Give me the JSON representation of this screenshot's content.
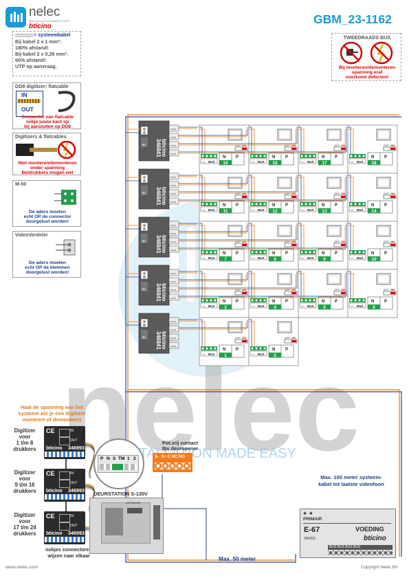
{
  "header": {
    "brand": "nelec",
    "brand_tagline": "INSTALLATION MADE EASY",
    "sub_brand": "bticino",
    "doc_code": "GBM_23-1162"
  },
  "legend_cable": {
    "title": "= systeemkabel",
    "lines": [
      "Bij kabel 2 x 1 mm²:",
      "180% afstand!",
      "Bij kabel 2 x 0,28 mm²:",
      "60% afstand!",
      "UTP op aanvraag."
    ]
  },
  "legend_dd8": {
    "title": "DD8 digitizer: flatcable",
    "in_label": "IN",
    "out_label": "OUT",
    "note_lines": [
      "Connector van flatcable",
      "nokje juiste kant op",
      "bij aansluiten op DD8"
    ]
  },
  "legend_flat": {
    "title": "Digitizers & flatcables",
    "note_lines": [
      "Niet monteren/demonteren",
      "onder spanning",
      "Beldrukkers mogen wel"
    ]
  },
  "legend_m50": {
    "title": "M-50",
    "note_lines": [
      "De aders moeten",
      "echt OP de connector",
      "doorgelust worden!"
    ]
  },
  "legend_vv": {
    "title": "VideoVerdeler",
    "note_lines": [
      "De aders moeten",
      "echt OP de klemmen",
      "doorgelust worden!"
    ]
  },
  "warning": {
    "title": "TWEEDRAADS BUS",
    "note_lines": [
      "Bij monteren/demonteren",
      "spanning eraf",
      "voorkomt defecten!"
    ]
  },
  "monitor": {
    "n_label": "N",
    "p_label": "P",
    "bus_label": "BUS",
    "off_label": "OFF",
    "on_label": "ON",
    "numbers": [
      "15",
      "16",
      "17",
      "18",
      "11",
      "12",
      "13",
      "14",
      "7",
      "8",
      "9",
      "10",
      "3",
      "4",
      "5",
      "6",
      "1",
      "2"
    ]
  },
  "distributor": {
    "model": "346841",
    "brand": "bticino",
    "in_label": "IN",
    "out_labels": [
      "OUT1",
      "OUT2",
      "OUT3",
      "OUT4"
    ]
  },
  "digitizers": {
    "note_lines": [
      "Haal de spanning van het",
      "systeem als je een digitizer",
      "monteert of demonteert"
    ],
    "items": [
      {
        "label_lines": [
          "Digitizer",
          "voor",
          "1 t/m 8",
          "drukkers"
        ],
        "model": "346993"
      },
      {
        "label_lines": [
          "Digitizer",
          "voor",
          "9 t/m 16",
          "drukkers"
        ],
        "model": "346993"
      },
      {
        "label_lines": [
          "Digitizer",
          "voor",
          "17 t/m 24",
          "drukkers"
        ],
        "model": "346993"
      }
    ],
    "ce": "CE",
    "in_label": "IN",
    "out_label": "OUT",
    "brand": "bticino",
    "nokjes_lines": [
      "nokjes connectoren",
      "wijzen naar elkaar"
    ]
  },
  "door_station": {
    "label": "DEURSTATION S-130V",
    "terminals": [
      "P",
      "N",
      "S",
      "TM",
      "1",
      "2"
    ],
    "board_text": "ART331010"
  },
  "contact": {
    "label_lines": [
      "Pot.vrij contact",
      "tbv deuropener"
    ],
    "terminals": "S-  S+ C NC NO"
  },
  "power": {
    "primair": "PRIMAIR",
    "model": "E-67",
    "title": "VOEDING",
    "part": "346050",
    "brand": "bticino",
    "terminals": "BUS BUS BUS BUS",
    "note_lines": [
      "Max. 100 meter systeem-",
      "kabel tot laatste videofoon"
    ]
  },
  "max50": "Max. 50 meter",
  "watermark": {
    "word": "nelec",
    "tagline": "INSTALLATION MADE EASY"
  },
  "footer": {
    "url": "www.nelec.com",
    "copyright": "Copyright Nelec BV"
  },
  "colors": {
    "brand_blue": "#1a9ad6",
    "warn_red": "#d40000",
    "bus_blue": "#2a3f8f",
    "bus_orange": "#e07b1a",
    "terminal_green": "#22a04a"
  }
}
